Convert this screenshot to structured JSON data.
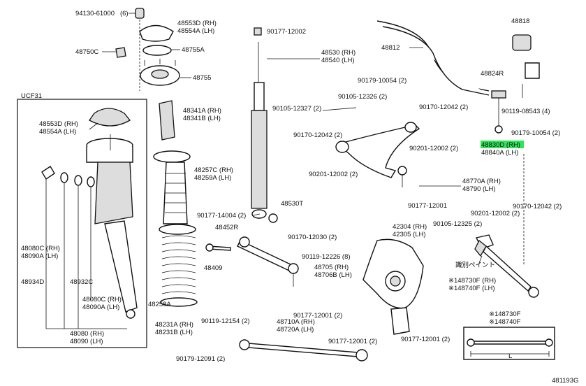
{
  "diagram_code": "481193G",
  "group_label": "UCF31",
  "highlight_color": "#2ee65a",
  "japanese_note": "識別ペイント",
  "dimension_label": "L",
  "labels": {
    "l1": "94130-61000",
    "l1q": "(6)",
    "l2a": "48553D (RH)",
    "l2b": "48554A (LH)",
    "l3": "48750C",
    "l4": "48755A",
    "l5": "48755",
    "l6": "90177-12002",
    "l7a": "48530 (RH)",
    "l7b": "48540 (LH)",
    "l8": "48818",
    "l9": "48812",
    "l10": "48824R",
    "l11": "90179-10054 (2)",
    "l12": "90105-12326 (2)",
    "l13": "90105-12327 (2)",
    "l14": "90170-12042 (2)",
    "l15": "90119-08543 (4)",
    "l16a": "48341A (RH)",
    "l16b": "48341B (LH)",
    "l17a": "48553D (RH)",
    "l17b": "48554A (LH)",
    "l18": "90170-12042 (2)",
    "l19": "90179-10054 (2)",
    "l20a": "48830D (RH)",
    "l20b": "48840A (LH)",
    "l21": "90201-12002 (2)",
    "l22": "90201-12002 (2)",
    "l23a": "48257C (RH)",
    "l23b": "48259A (LH)",
    "l24a": "48770A (RH)",
    "l24b": "48790 (LH)",
    "l25": "90177-12001",
    "l26": "90177-14004 (2)",
    "l27": "48530T",
    "l28": "90201-12002 (2)",
    "l29": "90170-12042 (2)",
    "l30": "48452R",
    "l31": "90170-12030 (2)",
    "l32a": "42304 (RH)",
    "l32b": "42305 (LH)",
    "l33": "90105-12325 (2)",
    "l34": "48409",
    "l35": "90119-12226 (8)",
    "l36a": "48705 (RH)",
    "l36b": "48706B (LH)",
    "l37a": "48080C (RH)",
    "l37b": "48090A (LH)",
    "l38": "48934D",
    "l39": "48932C",
    "l40a": "48080C (RH)",
    "l40b": "48090A (LH)",
    "l41": "48258A",
    "l42a": "※148730F (RH)",
    "l42b": "※148740F (LH)",
    "l43": "90177-12001 (2)",
    "l44": "90119-12154 (2)",
    "l45a": "48231A (RH)",
    "l45b": "48231B (LH)",
    "l46a": "48710A (RH)",
    "l46b": "48720A (LH)",
    "l47a": "48080 (RH)",
    "l47b": "48090 (LH)",
    "l48a": "※148730F",
    "l48b": "※148740F",
    "l49": "90177-12001 (2)",
    "l50": "90177-12001 (2)",
    "l51": "90179-12091 (2)"
  }
}
